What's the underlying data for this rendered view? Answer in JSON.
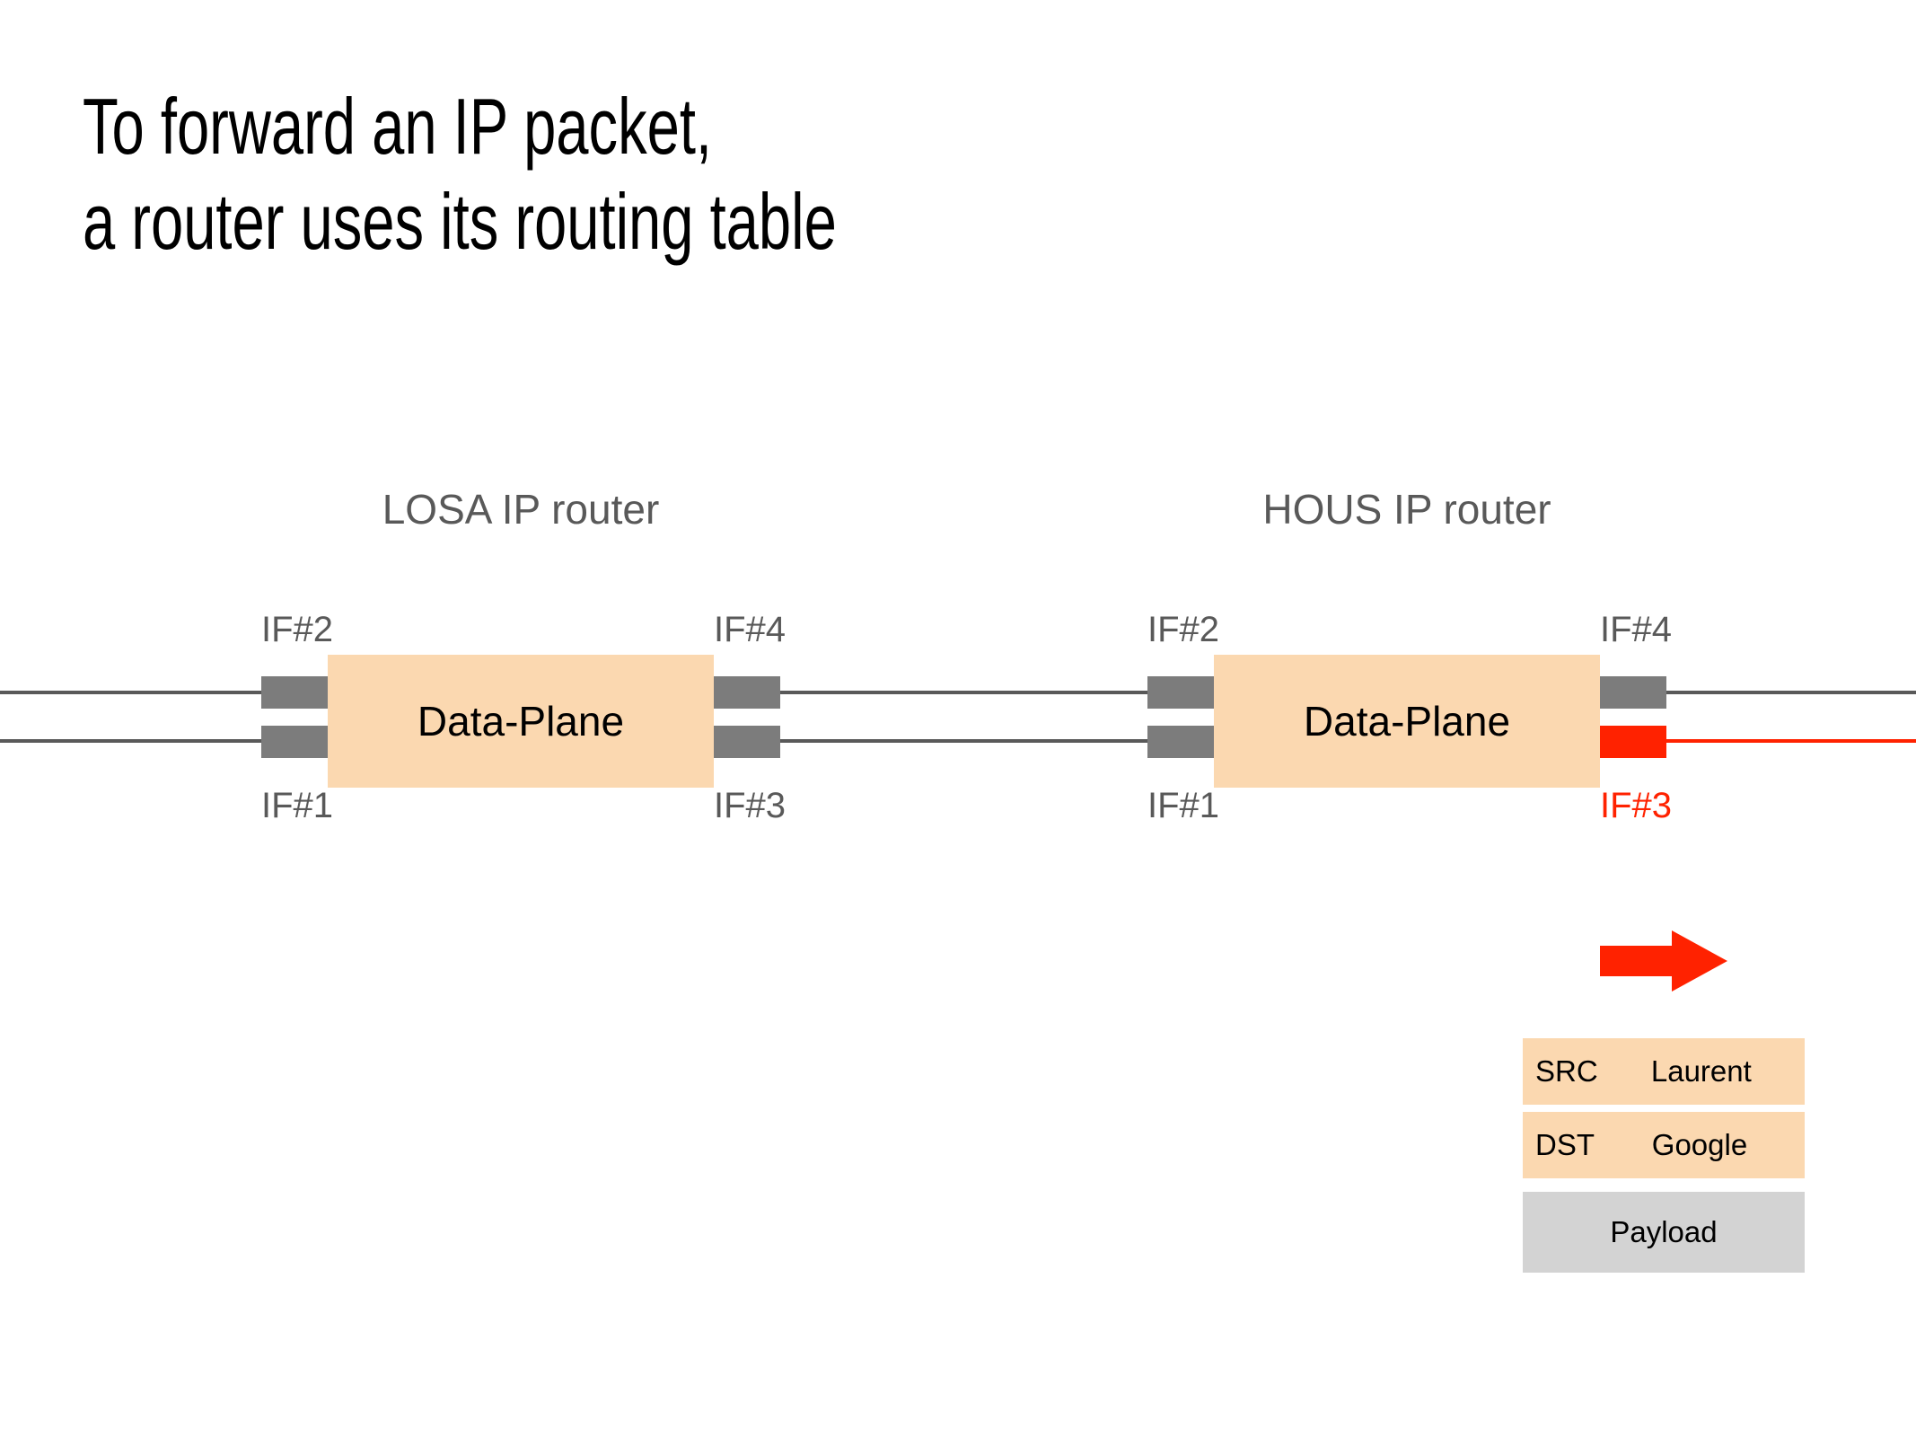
{
  "slide": {
    "title_line1": "To forward an IP packet,",
    "title_line2": "a router uses its routing table"
  },
  "routers": [
    {
      "name": "LOSA IP router",
      "data_plane_label": "Data-Plane",
      "if1": "IF#1",
      "if2": "IF#2",
      "if3": "IF#3",
      "if4": "IF#4"
    },
    {
      "name": "HOUS IP router",
      "data_plane_label": "Data-Plane",
      "if1": "IF#1",
      "if2": "IF#2",
      "if3": "IF#3",
      "if4": "IF#4",
      "highlighted_interface": "IF#3"
    }
  ],
  "packet": {
    "src_label": "SRC",
    "src_value": "Laurent",
    "dst_label": "DST",
    "dst_value": "Google",
    "payload_label": "Payload"
  },
  "icons": {
    "forward_arrow": "red-right-arrow"
  },
  "colors": {
    "peach": "#FBD8B0",
    "block_gray": "#7C7C7C",
    "line_gray": "#595959",
    "text_gray": "#595959",
    "red": "#FF2200",
    "payload_gray": "#D3D3D3",
    "title_black": "#000000"
  }
}
